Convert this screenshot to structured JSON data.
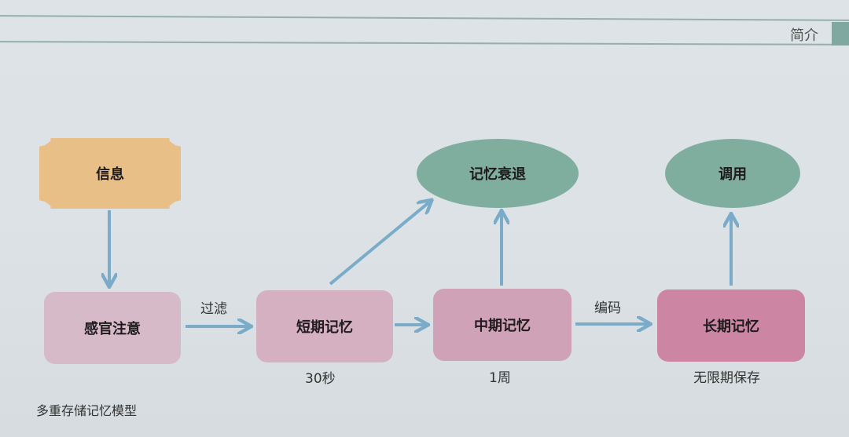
{
  "header": {
    "section_tab": "简介",
    "tab_color": "#7fa9a0"
  },
  "diagram": {
    "nodes": {
      "info": {
        "label": "信息",
        "color": "#e9bf88"
      },
      "sensory": {
        "label": "感官注意",
        "color": "#d7bac8"
      },
      "short_term": {
        "label": "短期记忆",
        "color": "#d4b0c0",
        "duration": "30秒"
      },
      "mid_term": {
        "label": "中期记忆",
        "color": "#d0a2b7",
        "duration": "1周"
      },
      "long_term": {
        "label": "长期记忆",
        "color": "#cc86a4",
        "duration": "无限期保存"
      },
      "decay": {
        "label": "记忆衰退",
        "color": "#7fae9f"
      },
      "recall": {
        "label": "调用",
        "color": "#7fae9f"
      }
    },
    "edge_labels": {
      "filter": "过滤",
      "encode": "编码"
    },
    "arrow_color": "#7aabc8"
  },
  "caption": "多重存储记忆模型"
}
